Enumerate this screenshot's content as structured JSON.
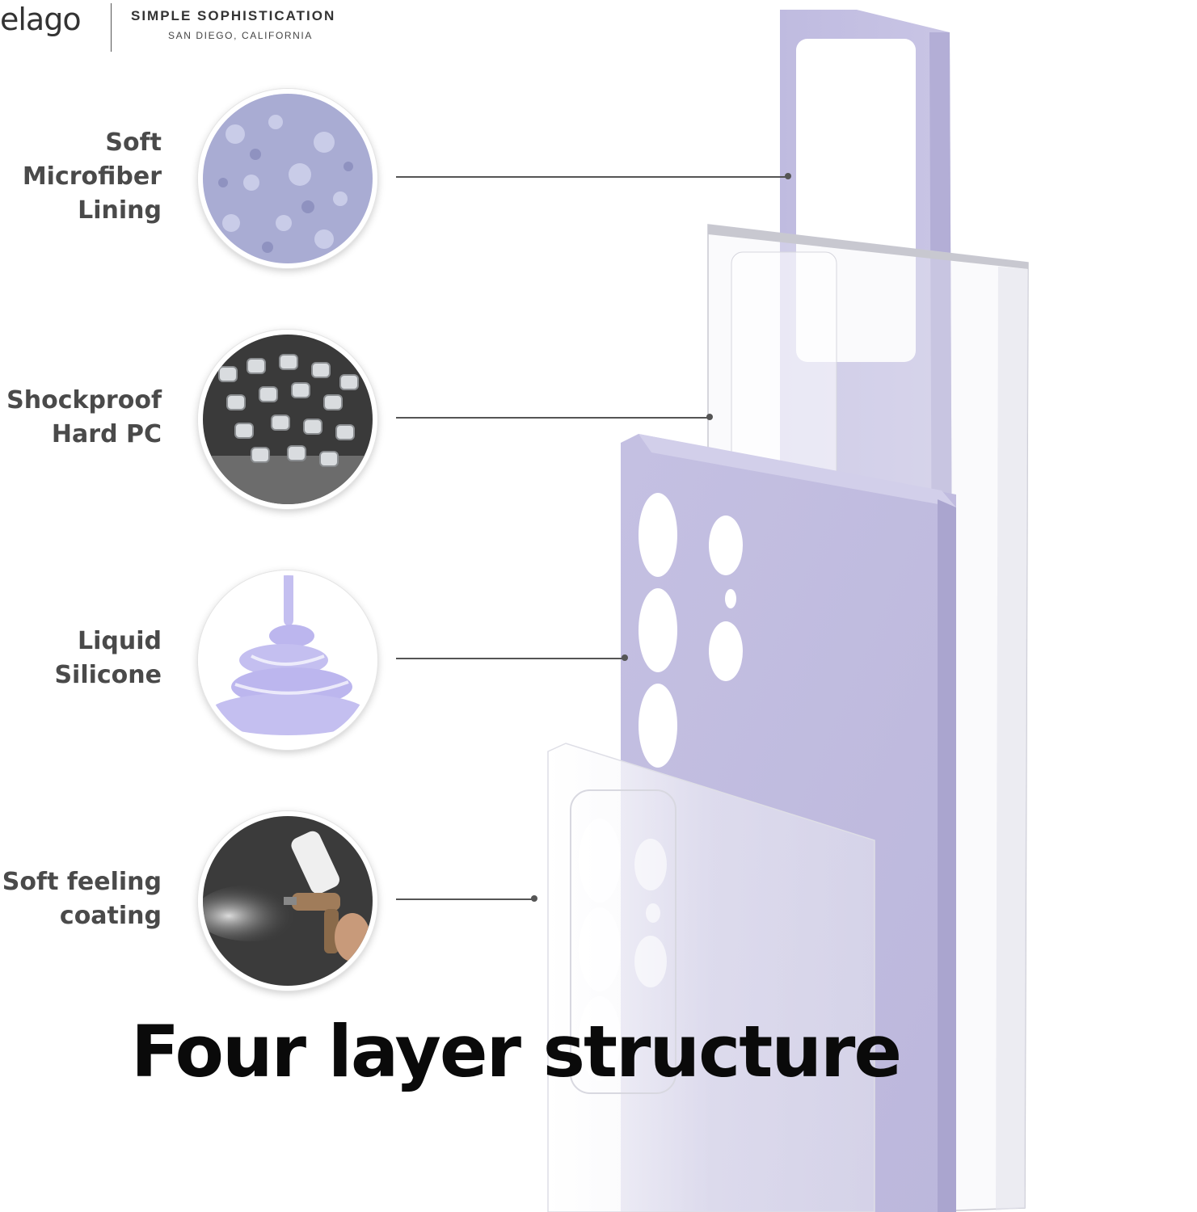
{
  "brand": {
    "logo": "elago",
    "tagline": "SIMPLE SOPHISTICATION",
    "location": "SAN DIEGO, CALIFORNIA"
  },
  "layers": [
    {
      "lines": [
        "Soft",
        "Microfiber",
        "Lining"
      ],
      "icon": "microfiber-texture-icon"
    },
    {
      "lines": [
        "Shockproof",
        "Hard PC"
      ],
      "icon": "pc-pellets-icon"
    },
    {
      "lines": [
        "Liquid",
        "Silicone"
      ],
      "icon": "silicone-swirl-icon"
    },
    {
      "lines": [
        "Soft feeling",
        "coating"
      ],
      "icon": "spray-gun-icon"
    }
  ],
  "headline": "Four layer structure",
  "colors": {
    "lavender": "#c6c2e2",
    "lavender_dark": "#aaa5cf",
    "text": "#4a4a4a",
    "headline": "#0a0a0a"
  }
}
